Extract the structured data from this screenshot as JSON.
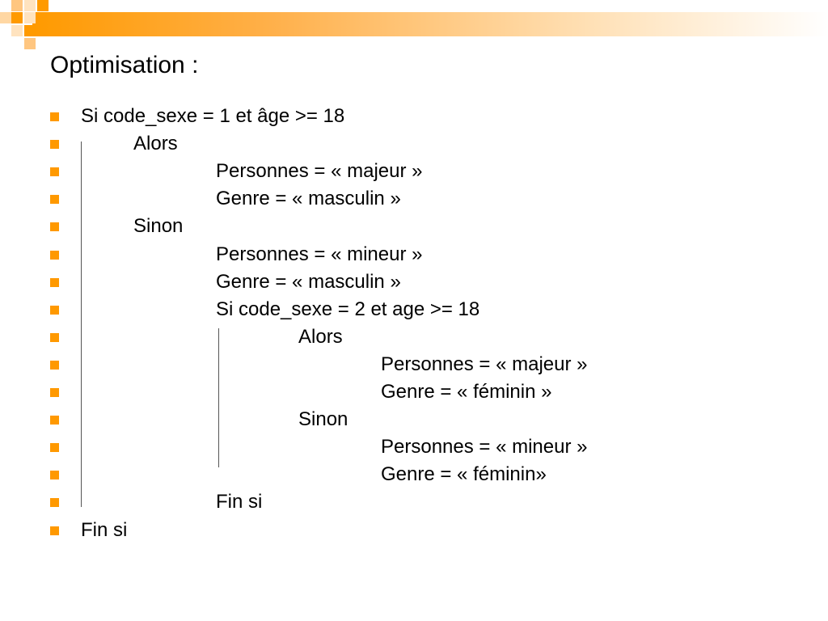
{
  "slide": {
    "title": "Optimisation :",
    "accent_color": "#ff9900",
    "lines": [
      {
        "text": "Si code_sexe = 1 et âge >= 18",
        "indent": 0
      },
      {
        "text": "Alors",
        "indent": 1
      },
      {
        "text": "Personnes = « majeur »",
        "indent": 2
      },
      {
        "text": "Genre = « masculin »",
        "indent": 2
      },
      {
        "text": "Sinon",
        "indent": 1
      },
      {
        "text": "Personnes = « mineur »",
        "indent": 2
      },
      {
        "text": "Genre = « masculin »",
        "indent": 2
      },
      {
        "text": "Si code_sexe = 2 et age >= 18",
        "indent": 2
      },
      {
        "text": "Alors",
        "indent": 3
      },
      {
        "text": "Personnes = « majeur »",
        "indent": 4
      },
      {
        "text": "Genre = « féminin »",
        "indent": 4
      },
      {
        "text": "Sinon",
        "indent": 3
      },
      {
        "text": "Personnes = « mineur »",
        "indent": 4
      },
      {
        "text": "Genre = « féminin»",
        "indent": 4
      },
      {
        "text": "Fin si",
        "indent": 2
      },
      {
        "text": "Fin si",
        "indent": 0
      }
    ]
  }
}
